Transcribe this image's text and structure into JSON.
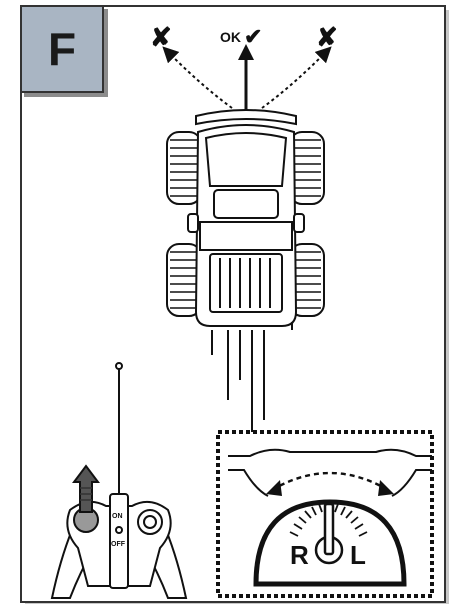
{
  "panel": {
    "letter": "F"
  },
  "steering": {
    "ok_label": "OK",
    "ok_mark": "✔",
    "wrong_mark": "✘"
  },
  "remote": {
    "on_label": "ON",
    "off_label": "OFF"
  },
  "inset": {
    "right_label": "R",
    "left_label": "L"
  }
}
